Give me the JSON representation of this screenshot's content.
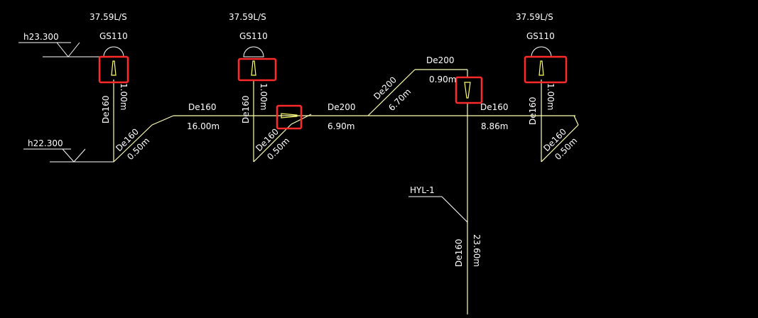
{
  "colors": {
    "background": "#000000",
    "pipe": "#ffffb0",
    "line": "#ffffff",
    "highlight": "#ff2a2a",
    "fitting": "#ffff66"
  },
  "levels": {
    "upper": "h23.300",
    "lower": "h22.300"
  },
  "outlets": [
    {
      "flow": "37.59L/S",
      "model": "GS110",
      "riser_dn": "De160",
      "riser_len": "1.00m",
      "bend_dn": "De160",
      "bend_len": "0.50m"
    },
    {
      "flow": "37.59L/S",
      "model": "GS110",
      "riser_dn": "De160",
      "riser_len": "1.00m",
      "bend_dn": "De160",
      "bend_len": "0.50m"
    },
    {
      "flow": "37.59L/S",
      "model": "GS110",
      "riser_dn": "De160",
      "riser_len": "1.00m",
      "bend_dn": "De160",
      "bend_len": "0.50m"
    }
  ],
  "segments": {
    "seg1_dn": "De160",
    "seg1_len": "16.00m",
    "seg2_dn": "De200",
    "seg2_len": "6.90m",
    "rise_dn": "De200",
    "rise_len": "6.70m",
    "top_dn": "De200",
    "top_len": "0.90m",
    "seg3_dn": "De160",
    "seg3_len": "8.86m",
    "main_dn": "De160",
    "main_len": "23.60m"
  },
  "riser_tag": "HYL-1"
}
